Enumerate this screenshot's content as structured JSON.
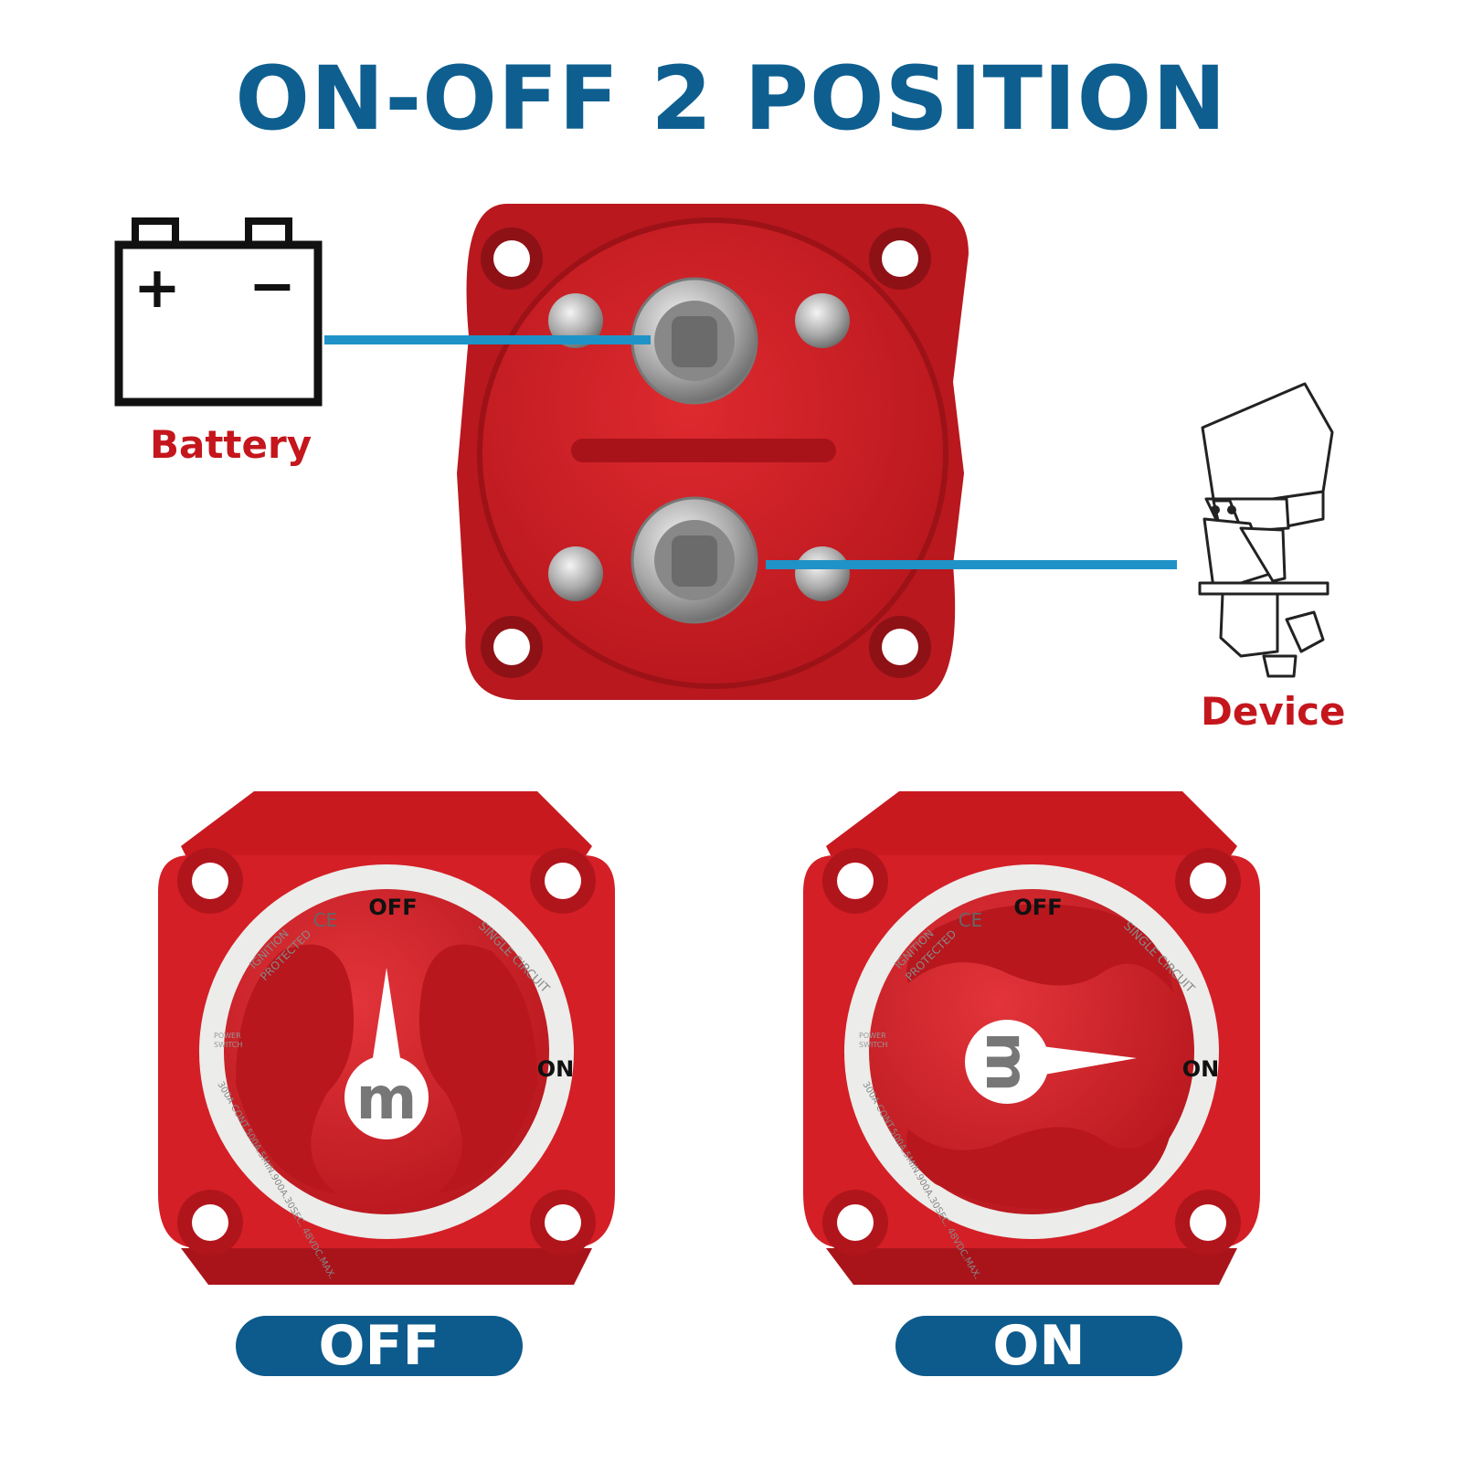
{
  "title": "ON-OFF 2 POSITION",
  "battery": {
    "label": "Battery",
    "plus": "+",
    "minus": "−"
  },
  "device": {
    "label": "Device"
  },
  "switch_dial": {
    "off_mark": "OFF",
    "on_mark": "ON",
    "ce_mark": "CE",
    "ignition": "IGNITION",
    "protected": "PROTECTED",
    "single_circuit": "SINGLE CIRCUIT",
    "power": "POWER",
    "switch": "SWITCH",
    "rating": "300A CONT.500A.5MIN.900A.30SEC. 48VDC.MAX.",
    "logo": "m"
  },
  "states": {
    "off_label": "OFF",
    "on_label": "ON"
  },
  "colors": {
    "title_blue": "#0e5f90",
    "red_label": "#c4161c",
    "wire_blue": "#1f93c7",
    "pill_blue": "#0d5a8c",
    "switch_red": "#d21e26",
    "switch_dark": "#a9141b"
  }
}
